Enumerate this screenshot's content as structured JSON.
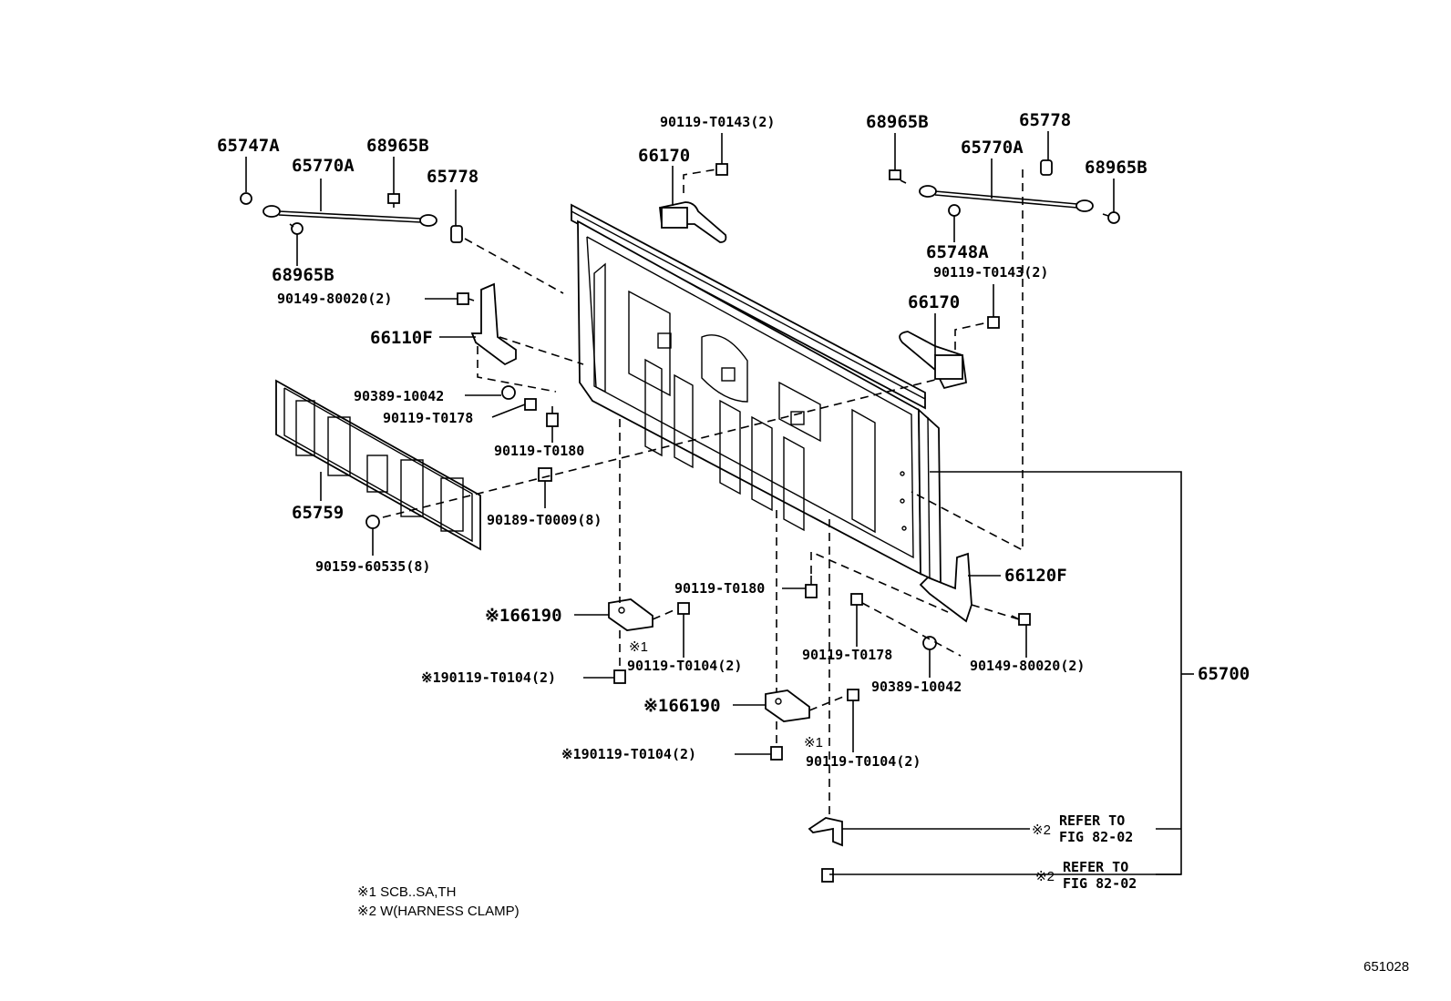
{
  "labels": {
    "p65747A": "65747A",
    "p65770A_l": "65770A",
    "p68965B_tl": "68965B",
    "p65778_l": "65778",
    "p68965B_bl": "68965B",
    "p90119_T0143_top": "90119-T0143(2)",
    "p66170_l": "66170",
    "p68965B_tr": "68965B",
    "p65778_r": "65778",
    "p65770A_r": "65770A",
    "p68965B_r": "68965B",
    "p65748A": "65748A",
    "p90119_T0143_r": "90119-T0143(2)",
    "p66170_r": "66170",
    "p90149_80020_l": "90149-80020(2)",
    "p66110F": "66110F",
    "p90389_10042_l": "90389-10042",
    "p90119_T0178_l": "90119-T0178",
    "p90119_T0180_l": "90119-T0180",
    "p65759": "65759",
    "p90189_T0009": "90189-T0009(8)",
    "p90159_60535": "90159-60535(8)",
    "p90119_T0180_r": "90119-T0180",
    "p66120F": "66120F",
    "p166190_a": "※166190",
    "p_x1_a": "※1",
    "p90119_T0104_a": "90119-T0104(2)",
    "p190119_T0104_a": "※190119-T0104(2)",
    "p90119_T0178_r": "90119-T0178",
    "p90389_10042_r": "90389-10042",
    "p90149_80020_r": "90149-80020(2)",
    "p65700": "65700",
    "p166190_b": "※166190",
    "p_x1_b": "※1",
    "p90119_T0104_b": "90119-T0104(2)",
    "p190119_T0104_b": "※190119-T0104(2)",
    "p_x2_a": "※2",
    "refer_a_1": "REFER TO",
    "refer_a_2": "FIG 82-02",
    "p_x2_b": "※2",
    "refer_b_1": "REFER TO",
    "refer_b_2": "FIG 82-02"
  },
  "notes": {
    "note1": "※1 SCB..SA,TH",
    "note2": "※2 W(HARNESS CLAMP)"
  },
  "figure_number": "651028"
}
